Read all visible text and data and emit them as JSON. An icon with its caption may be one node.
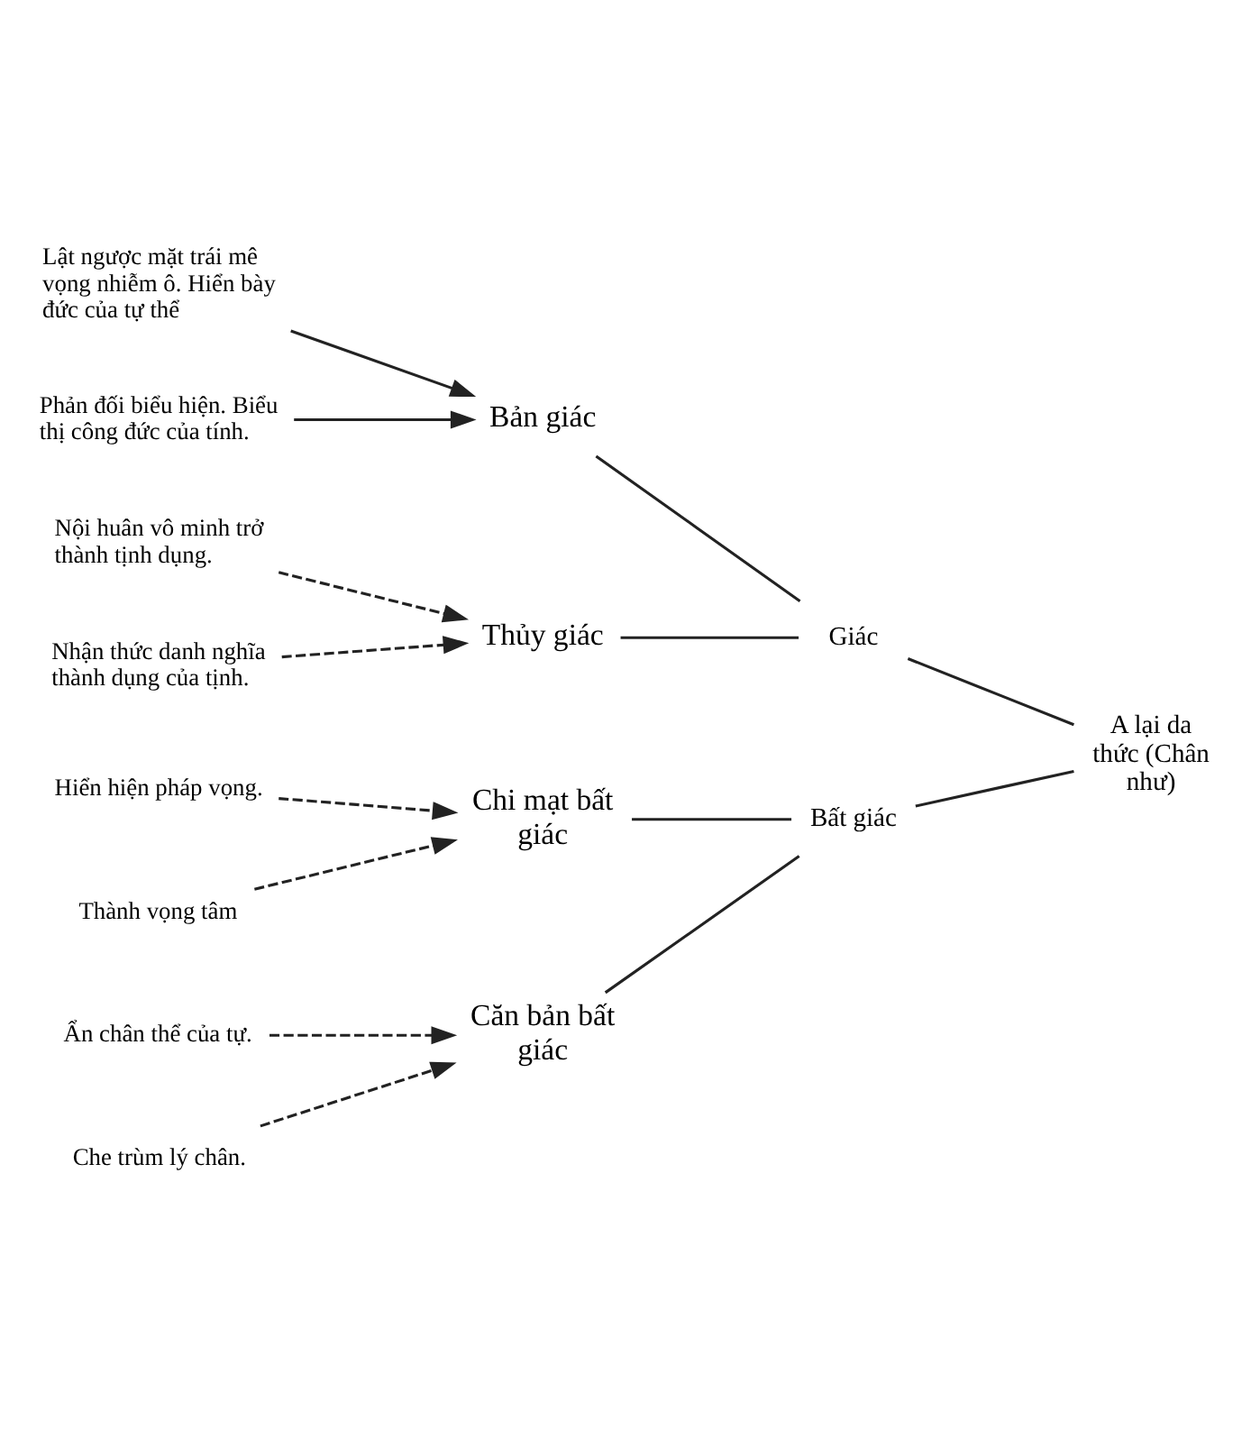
{
  "diagram": {
    "nodes": [
      {
        "text": [
          "Lật ngược mặt trái mê vọng nhiễm ô. Hiển bày đức của tự thể"
        ]
      },
      {
        "text": [
          "Nội huân vô minh trở thành tịnh dụng."
        ]
      },
      {
        "text": [
          "Ẩn chân thể của tự."
        ]
      },
      {
        "text": [
          "Hiển hiện pháp vọng."
        ]
      },
      {
        "text": [
          "Phản đối biểu hiện. Biểu thị công đức của tính."
        ]
      },
      {
        "text": [
          "Nhận thức danh nghĩa thành dụng của tịnh."
        ]
      },
      {
        "text": [
          "Che trùm lý chân."
        ]
      },
      {
        "text": [
          "Thành vọng tâm"
        ]
      },
      {
        "text": [
          "Bản giác"
        ]
      },
      {
        "text": [
          "Thủy giác"
        ]
      },
      {
        "text": [
          "Căn bản bất giác"
        ]
      },
      {
        "text": [
          "Chi mạt bất giác"
        ]
      },
      {
        "text": [
          "Giác"
        ]
      },
      {
        "text": [
          "Bất giác"
        ]
      },
      {
        "text": [
          "A lại da thức (Chân như)"
        ]
      }
    ],
    "edges": [
      {
        "from": 0,
        "to": 8,
        "arrow": "to"
      },
      {
        "from": 1,
        "to": 9,
        "arrow": "to",
        "style": "dashed"
      },
      {
        "from": 2,
        "to": 10,
        "arrow": "to",
        "style": "dashed"
      },
      {
        "from": 3,
        "to": 11,
        "arrow": "to",
        "style": "dashed"
      },
      {
        "from": 4,
        "to": 8,
        "arrow": "to"
      },
      {
        "from": 5,
        "to": 9,
        "arrow": "to",
        "style": "dashed"
      },
      {
        "from": 6,
        "to": 10,
        "arrow": "to",
        "style": "dashed"
      },
      {
        "from": 7,
        "to": 11,
        "arrow": "to",
        "style": "dashed"
      },
      {
        "from": 8,
        "to": 12,
        "arrow": "none"
      },
      {
        "from": 9,
        "to": 12,
        "arrow": "none"
      },
      {
        "from": 10,
        "to": 13,
        "arrow": "none"
      },
      {
        "from": 11,
        "to": 13,
        "arrow": "none"
      },
      {
        "from": 12,
        "to": 14,
        "arrow": "none"
      },
      {
        "from": 13,
        "to": 14,
        "arrow": "none"
      }
    ]
  }
}
